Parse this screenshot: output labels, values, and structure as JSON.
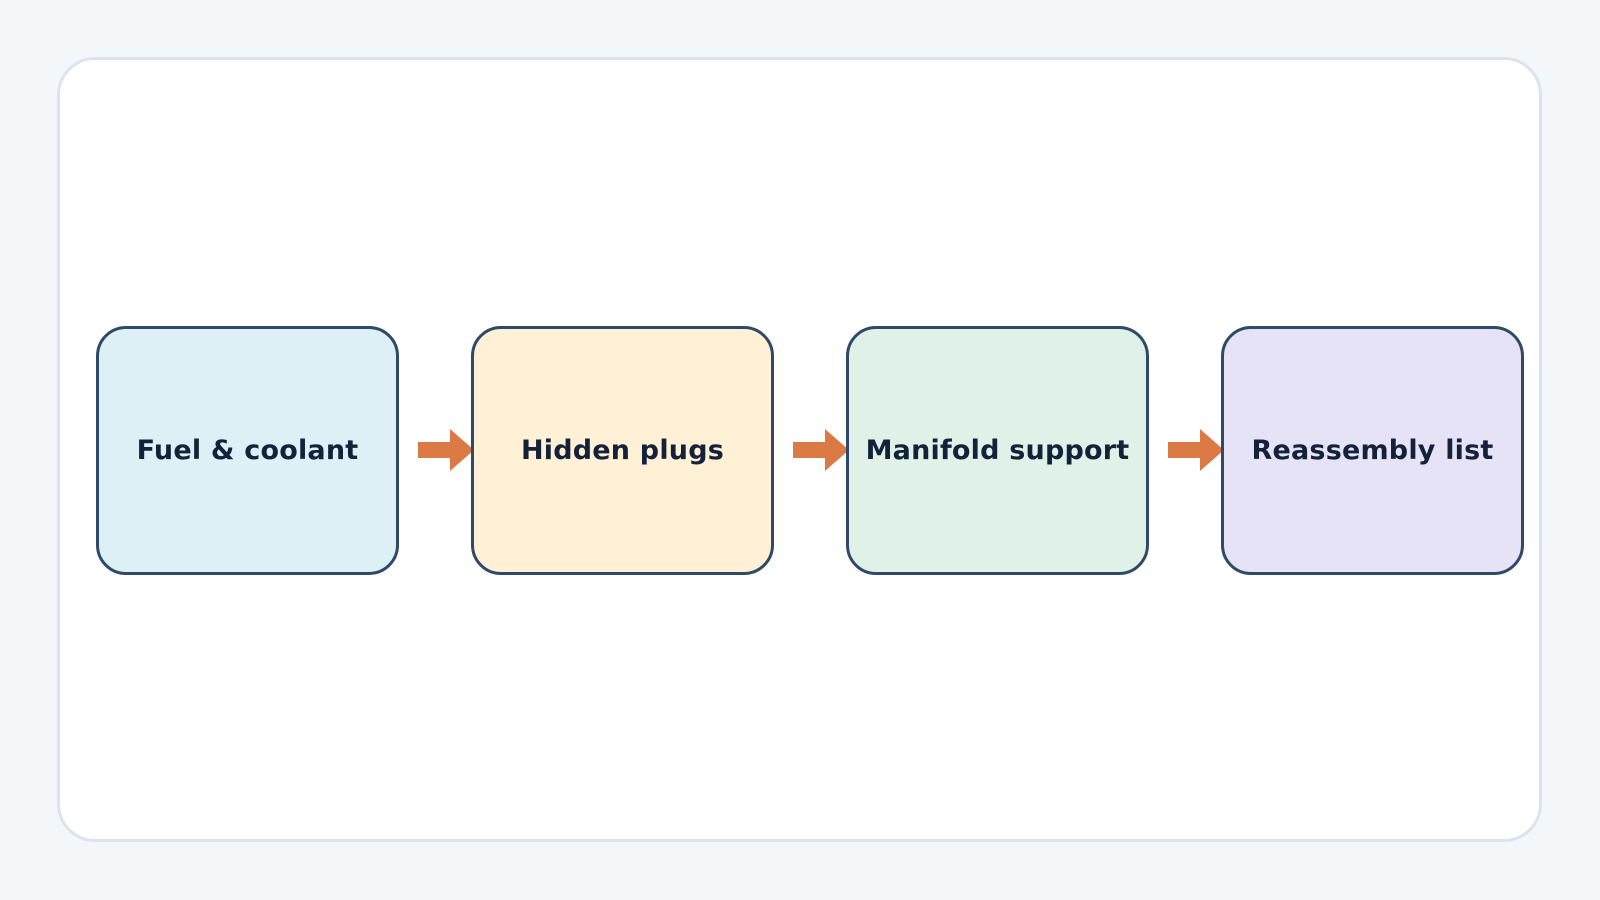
{
  "diagram": {
    "steps": [
      {
        "label": "Fuel & coolant",
        "fill": "#dcf0f6"
      },
      {
        "label": "Hidden plugs",
        "fill": "#fff0d6"
      },
      {
        "label": "Manifold support",
        "fill": "#e0f1e7"
      },
      {
        "label": "Reassembly list",
        "fill": "#e6e3f6"
      }
    ],
    "colors": {
      "box_border": "#2f4a66",
      "arrow": "#dc7a45",
      "text": "#13213a"
    }
  }
}
